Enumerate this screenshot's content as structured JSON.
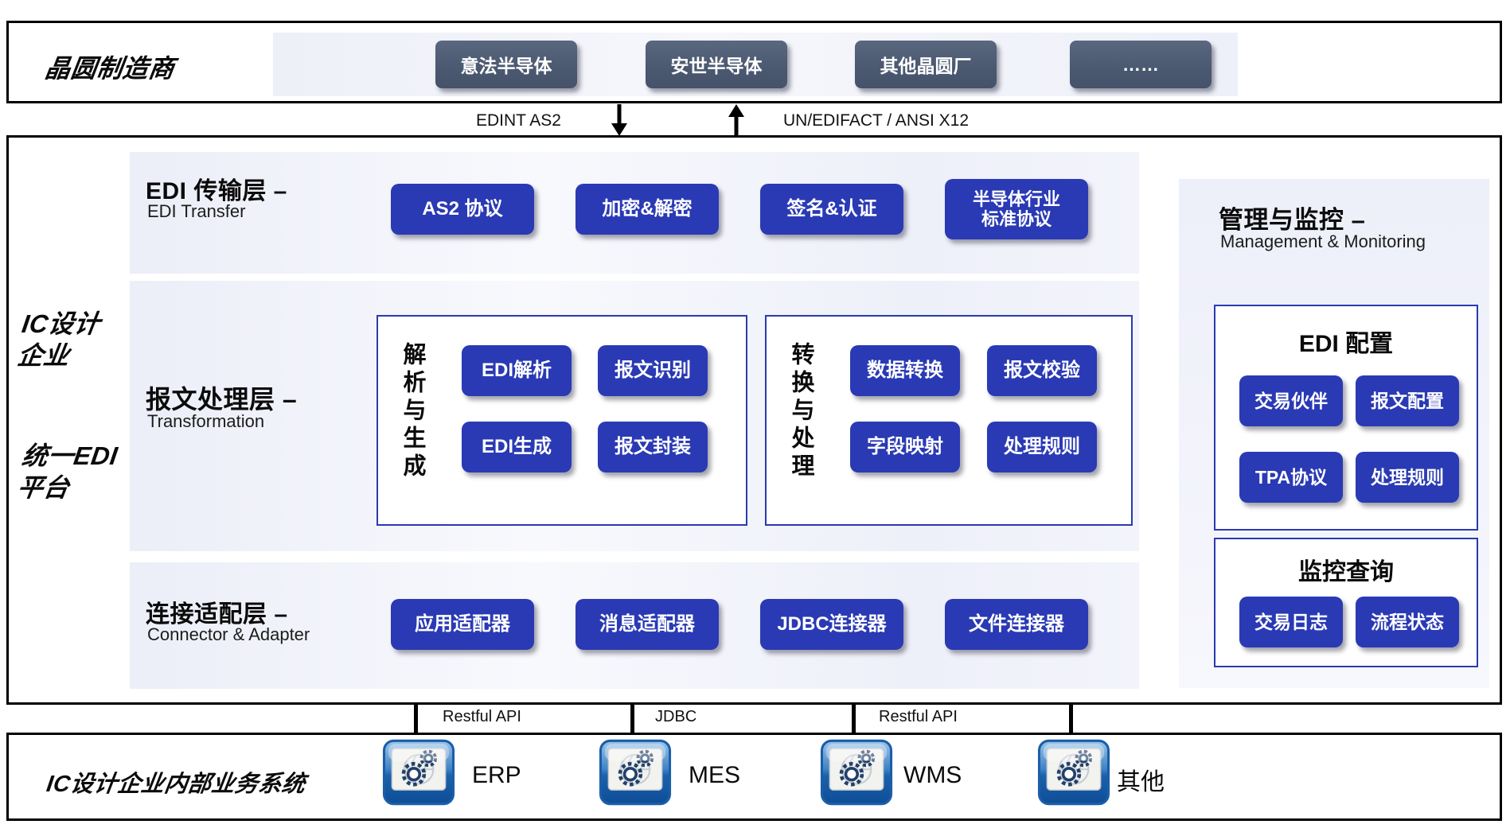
{
  "top_band": {
    "title": "晶圆制造商",
    "vendors": [
      "意法半导体",
      "安世半导体",
      "其他晶圆厂",
      "……"
    ]
  },
  "edi_links": {
    "outbound_label": "EDINT AS2",
    "inbound_label": "UN/EDIFACT / ANSI X12"
  },
  "side_labels": {
    "company": "IC设计\n企业",
    "platform": "统一EDI\n平台"
  },
  "layers": {
    "transfer": {
      "title": "EDI 传输层 –",
      "subtitle": "EDI Transfer",
      "items": [
        "AS2 协议",
        "加密&解密",
        "签名&认证",
        "半导体行业\n标准协议"
      ]
    },
    "processing": {
      "title": "报文处理层 –",
      "subtitle": "Transformation",
      "parse_group": {
        "label": "解析与生成",
        "items": [
          "EDI解析",
          "报文识别",
          "EDI生成",
          "报文封装"
        ]
      },
      "convert_group": {
        "label": "转换与处理",
        "items": [
          "数据转换",
          "报文校验",
          "字段映射",
          "处理规则"
        ]
      }
    },
    "connector": {
      "title": "连接适配层 –",
      "subtitle": "Connector & Adapter",
      "items": [
        "应用适配器",
        "消息适配器",
        "JDBC连接器",
        "文件连接器"
      ]
    }
  },
  "management": {
    "title": "管理与监控 –",
    "subtitle": "Management & Monitoring",
    "config": {
      "title": "EDI 配置",
      "items": [
        "交易伙伴",
        "报文配置",
        "TPA协议",
        "处理规则"
      ]
    },
    "monitor": {
      "title": "监控查询",
      "items": [
        "交易日志",
        "流程状态"
      ]
    }
  },
  "bottom_links": [
    "Restful API",
    "JDBC",
    "Restful API"
  ],
  "internal_systems": {
    "title": "IC设计企业内部业务系统",
    "systems": [
      "ERP",
      "MES",
      "WMS",
      "其他"
    ]
  },
  "colors": {
    "node_blue": "#2a3ab4",
    "vendor_slate": "#4d5a6e",
    "box_border_blue": "#2a3aad"
  }
}
